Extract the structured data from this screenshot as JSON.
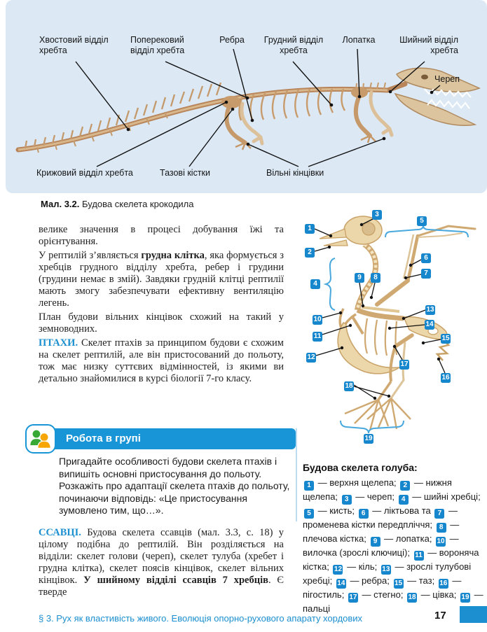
{
  "colors": {
    "accent": "#1b8fd0",
    "badge_blue": "#1687cd",
    "figure_bg": "#dce9f5",
    "bone": "#ecd7ab",
    "bar_blue": "#1795d6"
  },
  "croc_figure": {
    "caption_bold": "Мал. 3.2.",
    "caption_rest": "Будова скелета крокодила",
    "labels": [
      "Хвостовий відділ хребта",
      "Поперековий відділ хребта",
      "Ребра",
      "Грудний відділ хребта",
      "Лопатка",
      "Шийний відділ хребта",
      "Череп",
      "Крижовий відділ хребта",
      "Тазові кістки",
      "Вільні кінцівки"
    ]
  },
  "article": {
    "p1": "велике значення в процесі добування їжі та орієнтування.",
    "p2_pre": "У рептилій з’являється ",
    "p2_bold": "грудна клітка",
    "p2_post": ", яка формується з хребців грудного відділу хребта, ребер і грудини (грудини немає в змій). Завдяки грудній клітці рептилії мають змогу забезпечувати ефективну вентиляцію легень.",
    "p3": "План будови вільних кінцівок схожий на такий у земноводних.",
    "p4_lead": "ПТАХИ.",
    "p4_text": " Скелет птахів за принципом будови є схожим на скелет рептилій, але він пристосований до польоту, тож має низку суттєвих відмінностей, із якими ви детально знайомилися в курсі біології 7-го класу.",
    "p5_lead": "ССАВЦІ.",
    "p5_text": " Будова скелета ссавців (мал. 3.3, с. 18) у цілому подібна до рептилій. Він розділяється на відділи: скелет голови (череп), скелет тулуба (хребет і грудна клітка), скелет поясів кінцівок, скелет вільних кінцівок. ",
    "p5_bold": "У шийному відділі ссавців 7 хребців",
    "p5_tail": ". Є тверде"
  },
  "group_box": {
    "title": "Робота в групі",
    "body": "Пригадайте особливості будови скелета птахів і випишіть основні пристосування до польоту. Розкажіть про адаптації скелета птахів до польоту, починаючи відповідь: «Це пристосування зумовлено тим, що…»."
  },
  "pigeon_figure": {
    "title": "Будова скелета голуба:",
    "badges": [
      "1",
      "2",
      "3",
      "4",
      "5",
      "6",
      "7",
      "8",
      "9",
      "10",
      "11",
      "12",
      "13",
      "14",
      "15",
      "16",
      "17",
      "18",
      "19"
    ],
    "legend": [
      {
        "n": "1",
        "t": " — верхня щелепа; "
      },
      {
        "n": "2",
        "t": " — нижня щелепа; "
      },
      {
        "n": "3",
        "t": " — череп; "
      },
      {
        "n": "4",
        "t": " — шийні хребці; "
      },
      {
        "n": "5",
        "t": " — кисть; "
      },
      {
        "n": "6",
        "t": " — ліктьова та "
      },
      {
        "n": "7",
        "t": " — променева кістки передпліччя; "
      },
      {
        "n": "8",
        "t": " — плечова кістка; "
      },
      {
        "n": "9",
        "t": " — лопатка; "
      },
      {
        "n": "10",
        "t": " — вилочка (зрослі ключиці); "
      },
      {
        "n": "11",
        "t": " — вороняча кістка; "
      },
      {
        "n": "12",
        "t": " — кіль; "
      },
      {
        "n": "13",
        "t": " — зрослі тулубові хребці; "
      },
      {
        "n": "14",
        "t": " — ребра; "
      },
      {
        "n": "15",
        "t": " — таз; "
      },
      {
        "n": "16",
        "t": " — пігостиль; "
      },
      {
        "n": "17",
        "t": " — стегно; "
      },
      {
        "n": "18",
        "t": " — цівка; "
      },
      {
        "n": "19",
        "t": " — пальці"
      }
    ]
  },
  "footer": {
    "section": "§ 3. Рух як властивість живого. Еволюція опорно-рухового апарату хордових",
    "page": "17"
  }
}
